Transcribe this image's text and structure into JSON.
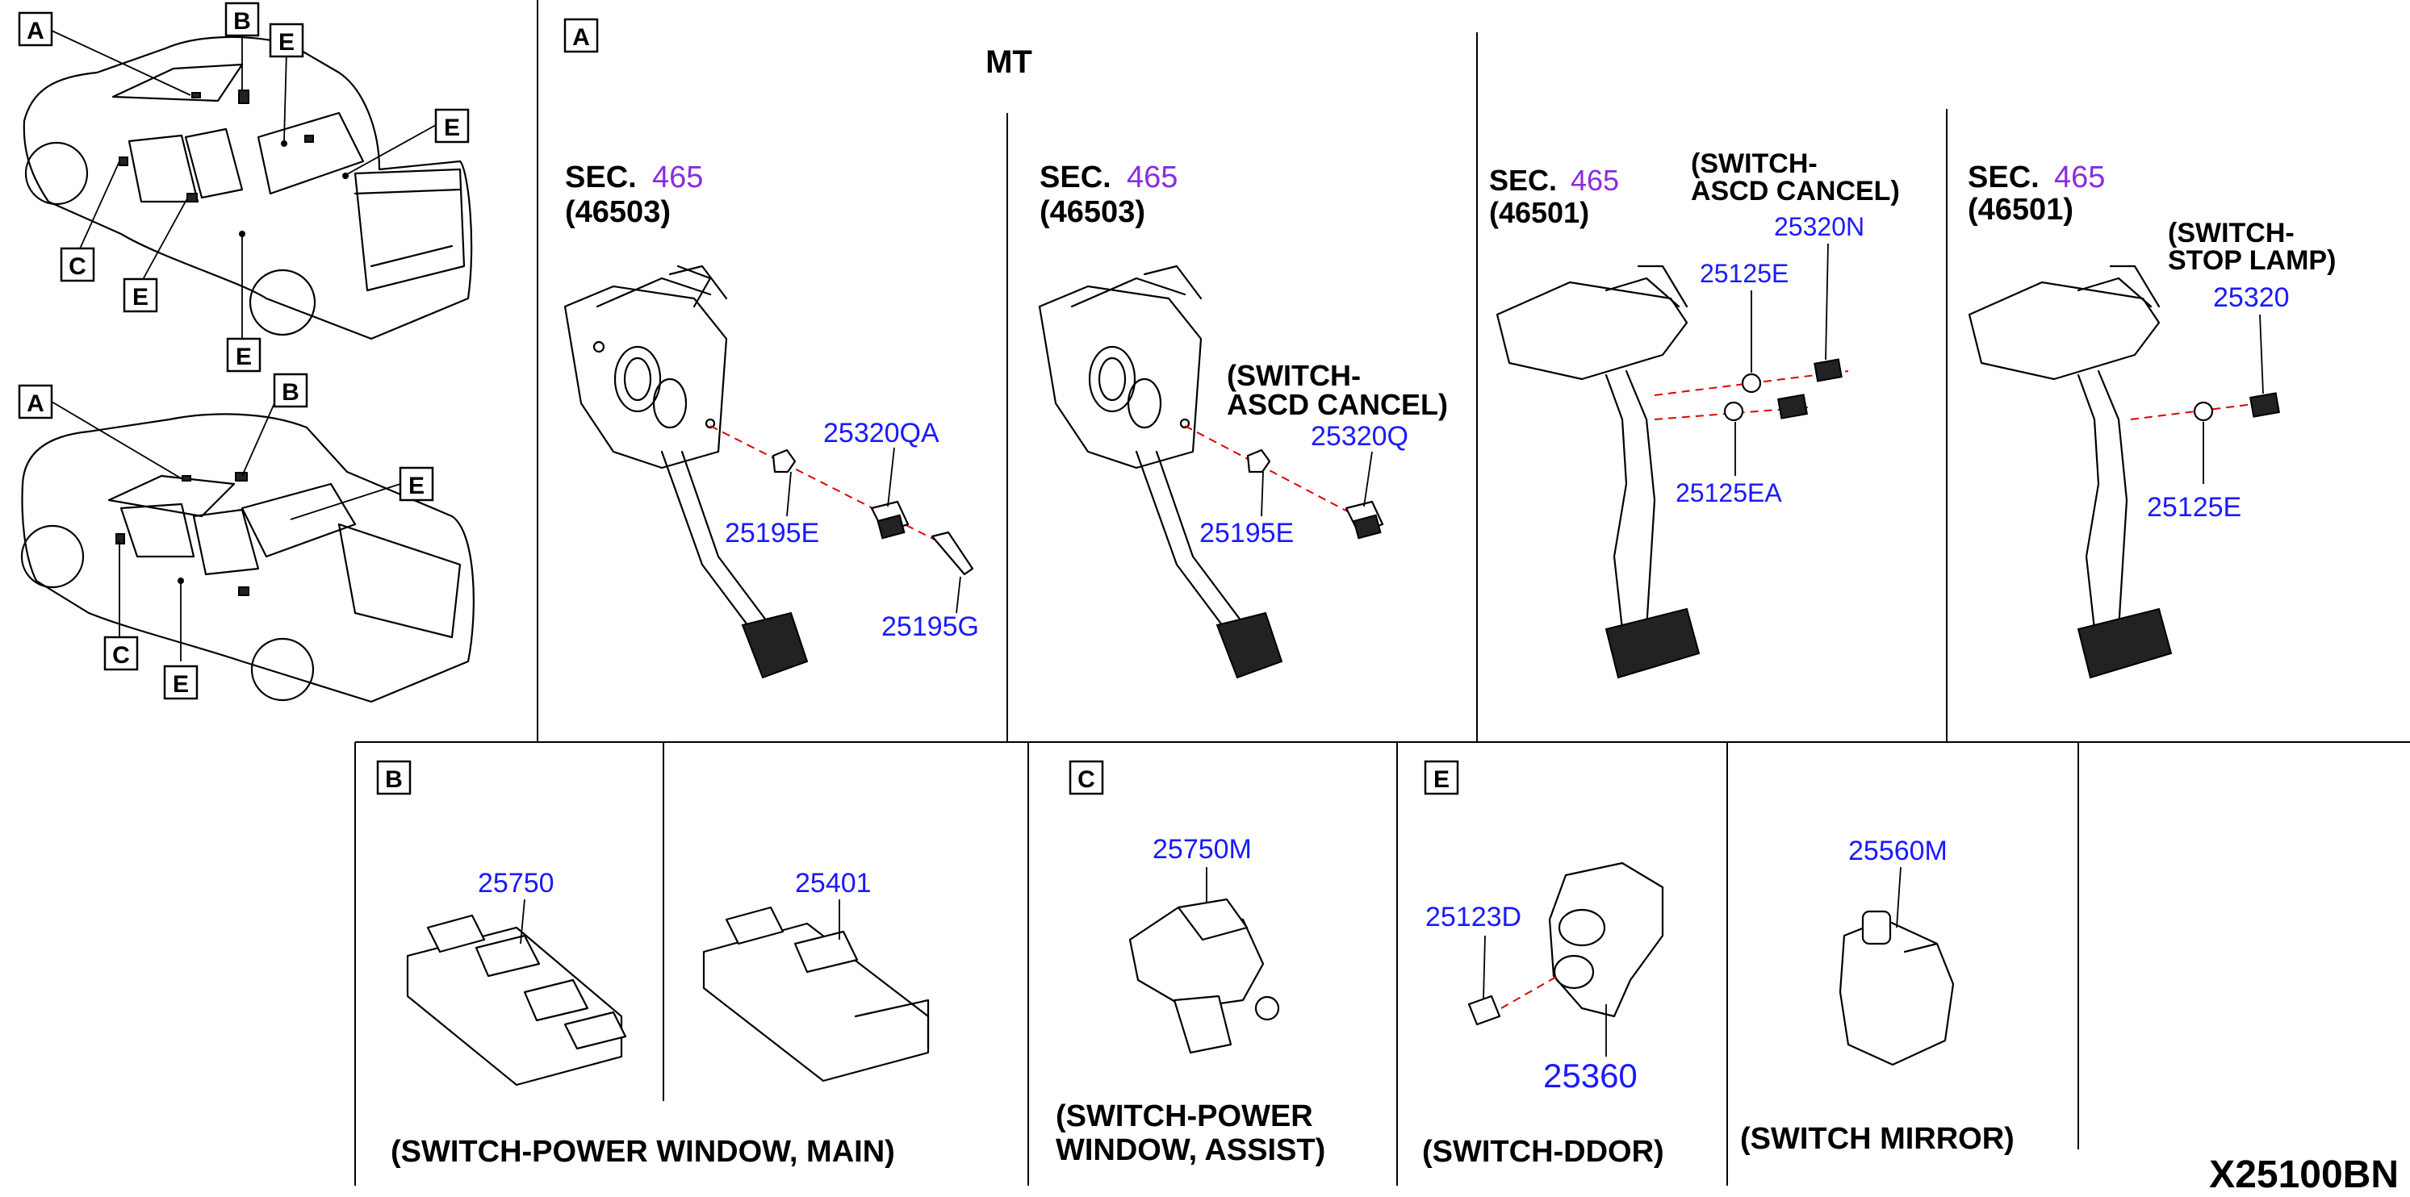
{
  "diagram_code": "X25100BN",
  "callouts": {
    "a": "A",
    "b": "B",
    "c": "C",
    "e": "E"
  },
  "mt_label": "MT",
  "sec": {
    "prefix": "SEC.",
    "num": "465",
    "sub_46503": "(46503)",
    "sub_46501": "(46501)"
  },
  "parts": {
    "p25320QA": "25320QA",
    "p25195E": "25195E",
    "p25195G": "25195G",
    "p25320Q": "25320Q",
    "p25320N": "25320N",
    "p25125E": "25125E",
    "p25125EA": "25125EA",
    "p25320": "25320",
    "p25750": "25750",
    "p25401": "25401",
    "p25750M": "25750M",
    "p25123D": "25123D",
    "p25360": "25360",
    "p25560M": "25560M"
  },
  "captions": {
    "ascd_l1": "(SWITCH-",
    "ascd_l2": "ASCD CANCEL)",
    "ascd2_l1": "(SWITCH-",
    "ascd2_l2": "ASCD CANCEL)",
    "stop_l1": "(SWITCH-",
    "stop_l2": "STOP LAMP)",
    "pw_main": "(SWITCH-POWER WINDOW, MAIN)",
    "pw_assist_l1": "(SWITCH-POWER",
    "pw_assist_l2": "WINDOW, ASSIST)",
    "door": "(SWITCH-DDOR)",
    "mirror": "(SWITCH MIRROR)"
  }
}
